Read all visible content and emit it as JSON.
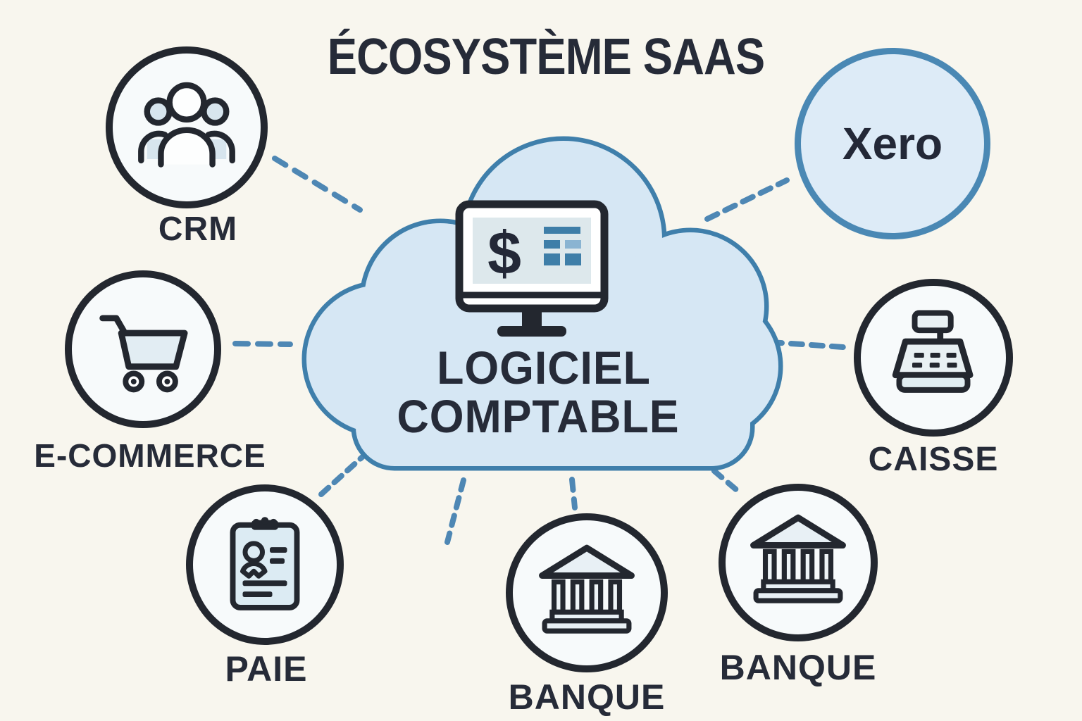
{
  "title": "ÉCOSYSTÈME SAAS",
  "cloud": {
    "label_line1": "LOGICIEL",
    "label_line2": "COMPTABLE",
    "monitor_dollar": "$"
  },
  "nodes": {
    "crm": {
      "label": "CRM",
      "icon": "crm-people-icon"
    },
    "xero": {
      "label": "Xero",
      "icon": "none"
    },
    "ecommerce": {
      "label": "E-COMMERCE",
      "icon": "shopping-cart-icon"
    },
    "caisse": {
      "label": "CAISSE",
      "icon": "cash-register-icon"
    },
    "paie": {
      "label": "PAIE",
      "icon": "payroll-clipboard-icon"
    },
    "banque_bottom": {
      "label": "BANQUE",
      "icon": "bank-building-icon"
    },
    "banque_right": {
      "label": "BANQUE",
      "icon": "bank-building-icon"
    }
  },
  "colors": {
    "background": "#f8f6ee",
    "ink": "#23272f",
    "text": "#262b38",
    "accent_blue": "#4e87b4",
    "cloud_stroke": "#3f7fab",
    "cloud_fill": "#d6e7f4",
    "xero_fill": "#ddebf7",
    "node_fill": "#f7fafb",
    "icon_light_fill": "#e2edf3",
    "table_blue": "#3e7ea8",
    "table_blue_light": "#8ab4d2"
  }
}
